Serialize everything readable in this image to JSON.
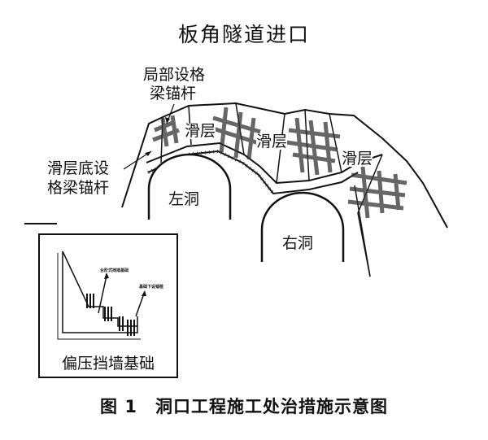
{
  "title": "板角隧道进口",
  "labels": {
    "local_beam_anchor": [
      "局部设格",
      "梁锚杆"
    ],
    "slide_base_anchor": [
      "滑层底设",
      "格梁锚杆"
    ],
    "slide_layer_1": "滑层",
    "slide_layer_2": "滑层",
    "slide_layer_3": "滑层",
    "left_tunnel": "左洞",
    "right_tunnel": "右洞"
  },
  "inset": {
    "title": "偏压挡墙基础",
    "note_1": "台阶式挡墙基础",
    "note_2": "基础下设锚桩"
  },
  "caption": "图 1　洞口工程施工处治措施示意图"
}
